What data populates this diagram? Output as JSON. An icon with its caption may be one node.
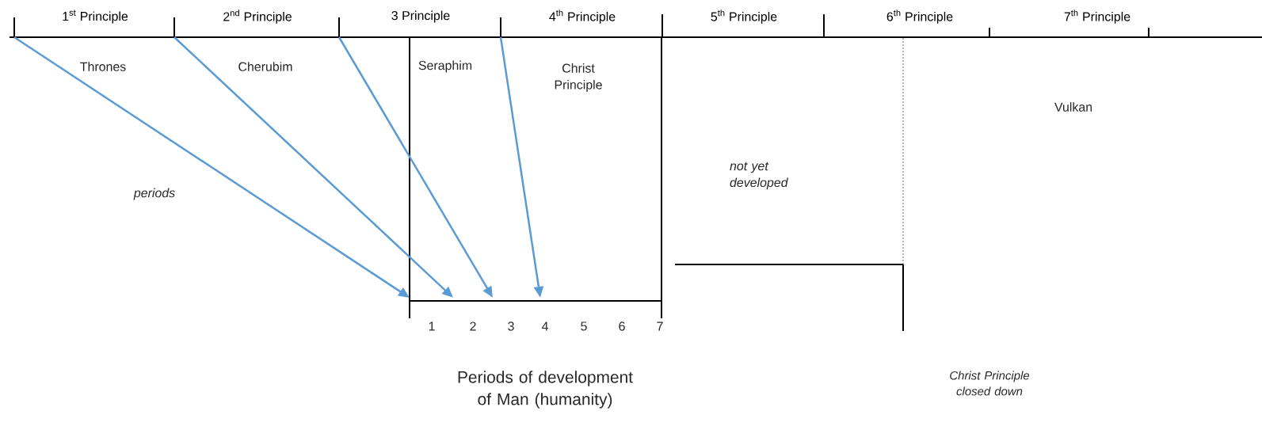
{
  "diagram": {
    "nodes": [
      {
        "text": [
          "1$^{st}$ Principle"
        ]
      },
      {
        "text": [
          "2$^{nd}$ Principle"
        ]
      },
      {
        "text": [
          "3 Principle"
        ]
      },
      {
        "text": [
          "4$^{th}$ Principle"
        ]
      },
      {
        "text": [
          "5$^{th}$ Principle"
        ]
      },
      {
        "text": [
          "6$^{th}$ Principle"
        ]
      },
      {
        "text": [
          "7$^{th}$ Principle"
        ]
      }
    ],
    "edges": [
      {
        "from": 0,
        "to": null,
        "arrow": "to"
      },
      {
        "from": 1,
        "to": null,
        "arrow": "to"
      },
      {
        "from": 2,
        "to": null,
        "arrow": "to"
      },
      {
        "from": 3,
        "to": null,
        "arrow": "to"
      }
    ],
    "labels": [
      "Thrones",
      "Cherubim",
      "Seraphim",
      "Christ Principle",
      "periods",
      "not yet developed",
      "Vulkan",
      "1",
      "2",
      "3",
      "4",
      "5",
      "6",
      "7",
      "Periods of development of Man (humanity)",
      "Christ Principle closed down"
    ]
  }
}
